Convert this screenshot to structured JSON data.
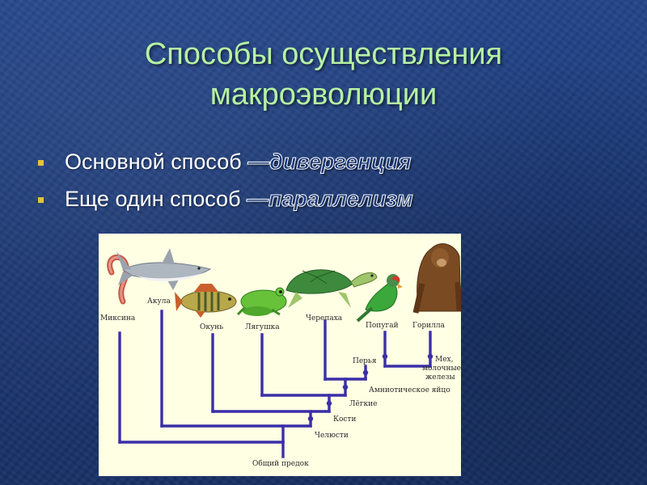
{
  "title": {
    "line1": "Способы осуществления",
    "line2": "макроэволюции"
  },
  "bullets": [
    {
      "text": "Основной способ ",
      "dash": "—",
      "term": "дивергенция"
    },
    {
      "text": "Еще один способ ",
      "dash": "—",
      "term": "параллелизм"
    }
  ],
  "diagram": {
    "taxa": [
      "Миксина",
      "Акула",
      "Окунь",
      "Лягушка",
      "Черепаха",
      "Попугай",
      "Горилла"
    ],
    "traits": [
      "Перья",
      "Мех, молочные железы",
      "Амниотическое яйцо",
      "Лёгкие",
      "Кости",
      "Челюсти"
    ],
    "trait_mex_lines": [
      "Мех,",
      "молочные",
      "железы"
    ],
    "root": "Общий предок",
    "icons": [
      "eel-icon",
      "shark-icon",
      "perch-icon",
      "frog-icon",
      "turtle-icon",
      "parrot-icon",
      "gorilla-icon"
    ],
    "colors": {
      "tree": "#3a2fa8",
      "title": "#b6f2a2"
    }
  }
}
